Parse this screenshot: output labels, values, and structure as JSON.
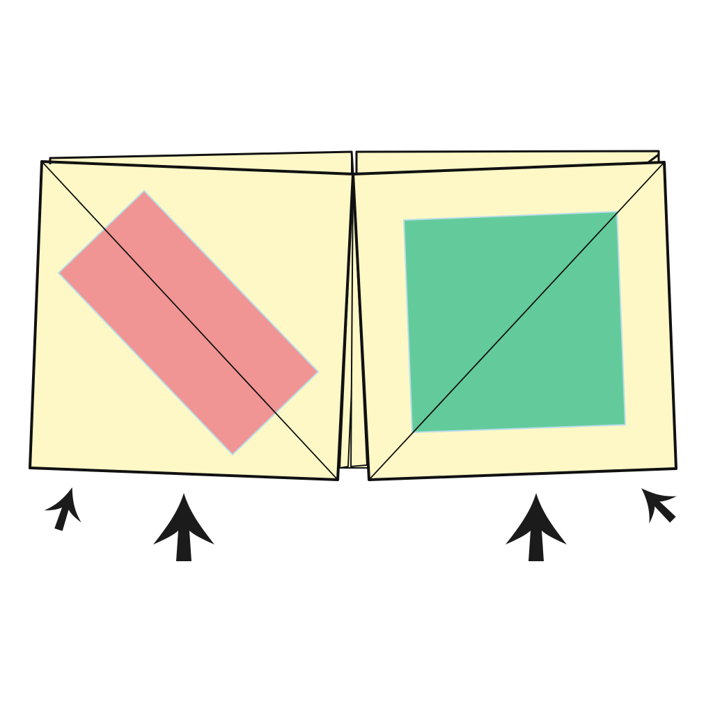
{
  "diagram": {
    "colors": {
      "background": "#ffffff",
      "paper": "#fef8c7",
      "paper_outline": "#111111",
      "fold_line": "#111111",
      "left_shape": "#f09594",
      "right_shape": "#63cb9b",
      "shape_edge": "#b9dde9",
      "arrow": "#1b1b1b"
    },
    "panels": [
      {
        "name": "left-panel",
        "shape": "rectangle"
      },
      {
        "name": "right-panel",
        "shape": "square"
      }
    ],
    "arrows": [
      {
        "name": "small-arrow-left",
        "direction": "up-right"
      },
      {
        "name": "large-arrow-left",
        "direction": "up"
      },
      {
        "name": "large-arrow-right",
        "direction": "up"
      },
      {
        "name": "small-arrow-right",
        "direction": "up-left"
      }
    ]
  }
}
